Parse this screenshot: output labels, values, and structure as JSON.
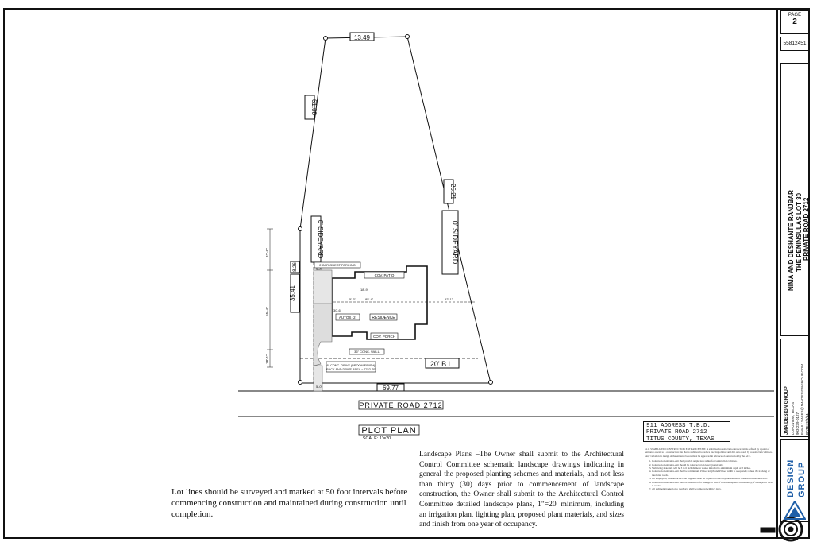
{
  "plot_plan": {
    "boundary_top": "13.49",
    "boundary_left": "61.08",
    "boundary_right": "25.21",
    "boundary_bottom": "69.77",
    "left_offset": "35.41",
    "left_offset_small": "8.26",
    "sideyard_left": "0' SIDEYARD",
    "sideyard_right": "0' SIDEYARD",
    "building_line": "20' B.L.",
    "guest_parking": "2 CAR GUEST PARKING",
    "cov_patio": "COV. PATIO",
    "residence": "RESIDENCE",
    "autos": "AUTOS (2)",
    "cov_porch": "COV. PORCH",
    "conc_wall": "36\" CONC. WALL",
    "drive_note_1": "6\" CONC. DRIVE (BROOM FINISH)",
    "drive_note_2": "BACK AND DRIVE AREA = 7762 SF",
    "road": "PRIVATE ROAD 2712",
    "title": "PLOT PLAN",
    "scale": "SCALE: 1\"=20'",
    "dims": {
      "d1": "42'-9\"",
      "d2": "55'-4\"",
      "d3": "38'-1\"",
      "d4": "5'-0\"",
      "d5": "5'-0\"",
      "d6": "18'-9\"",
      "d7": "85'-4\"",
      "d8": "52'-1\"",
      "d9": "30'-6\"",
      "d10": "5'-6\""
    }
  },
  "address": {
    "line1": "911 ADDRESS T.B.D.",
    "line2": "PRIVATE ROAD 2712",
    "line3": "TITUS COUNTY, TEXAS"
  },
  "notes": {
    "lot_lines": "Lot lines should be surveyed and marked at 50 foot intervals before commencing construction and maintained during construction until completion.",
    "landscape": "Landscape Plans –The Owner shall submit to the Architectural Control Committee schematic landscape drawings indicating in general the proposed planting schemes and materials, and not less than thirty (30) days prior to commencement of landscape construction, the Owner shall submit to the Architectural Control Committee detailed landscape plans, 1\"=20' minimum, including an irrigation plan, lighting plan, proposed plant materials, and sizes and finish from one year of occupancy.",
    "stab_heading": "4.11    STABILIZED CONSTRUCTION ENTRANCE/EXIT.  A stabilized construction entrance/exit is defined by a point of entrance or exit to a construction site that is stabilized to reduce tracking of mud and dirt onto roads by construction vehicles. Any variation in design of the entrance below must be approved in advance of construction by the ACC.",
    "stab_items": [
      "Construction entrance-exit shall provide ample turn radius for construction vehicles.",
      "Construction entrance-exit should be constructed on level ground only.",
      "Stabilizing materials will be 3 to 6 inch diameter stones installed to a minimum depth of 8 inches.",
      "Construction entrance-exit shall be a minimum 25 foot length and 25 foot width to adequately reduce the tracking of mud onto roads.",
      "All employees, subcontractors and suppliers shall be required to use only the stabilized construction entrance-exit.",
      "Construction entrance-exit shall be monitored for damage or loss of rock and repaired immediately, if damaged or rock is eroded.",
      "All sediment tracked onto roadways shall be removed within 5 days."
    ]
  },
  "title_block": {
    "page_label": "PAGE",
    "page_num": "2",
    "job_num": "55812451",
    "client": "NIMA AND DESHANTE RANJBAR",
    "project": "THE PENINSULAS LOT 30",
    "road": "PRIVATE ROAD 2712",
    "firm_name": "JMA DESIGN GROUP",
    "firm_city": "LONGVIEW, TEXAS",
    "firm_phone": "903-239-0127",
    "firm_email": "EMAIL: SALES@JMADESIGNGROUP.COM",
    "firm_date": "DATE: 7/3/24",
    "logo_line1": "DESIGN",
    "logo_line2": "GROUP"
  }
}
